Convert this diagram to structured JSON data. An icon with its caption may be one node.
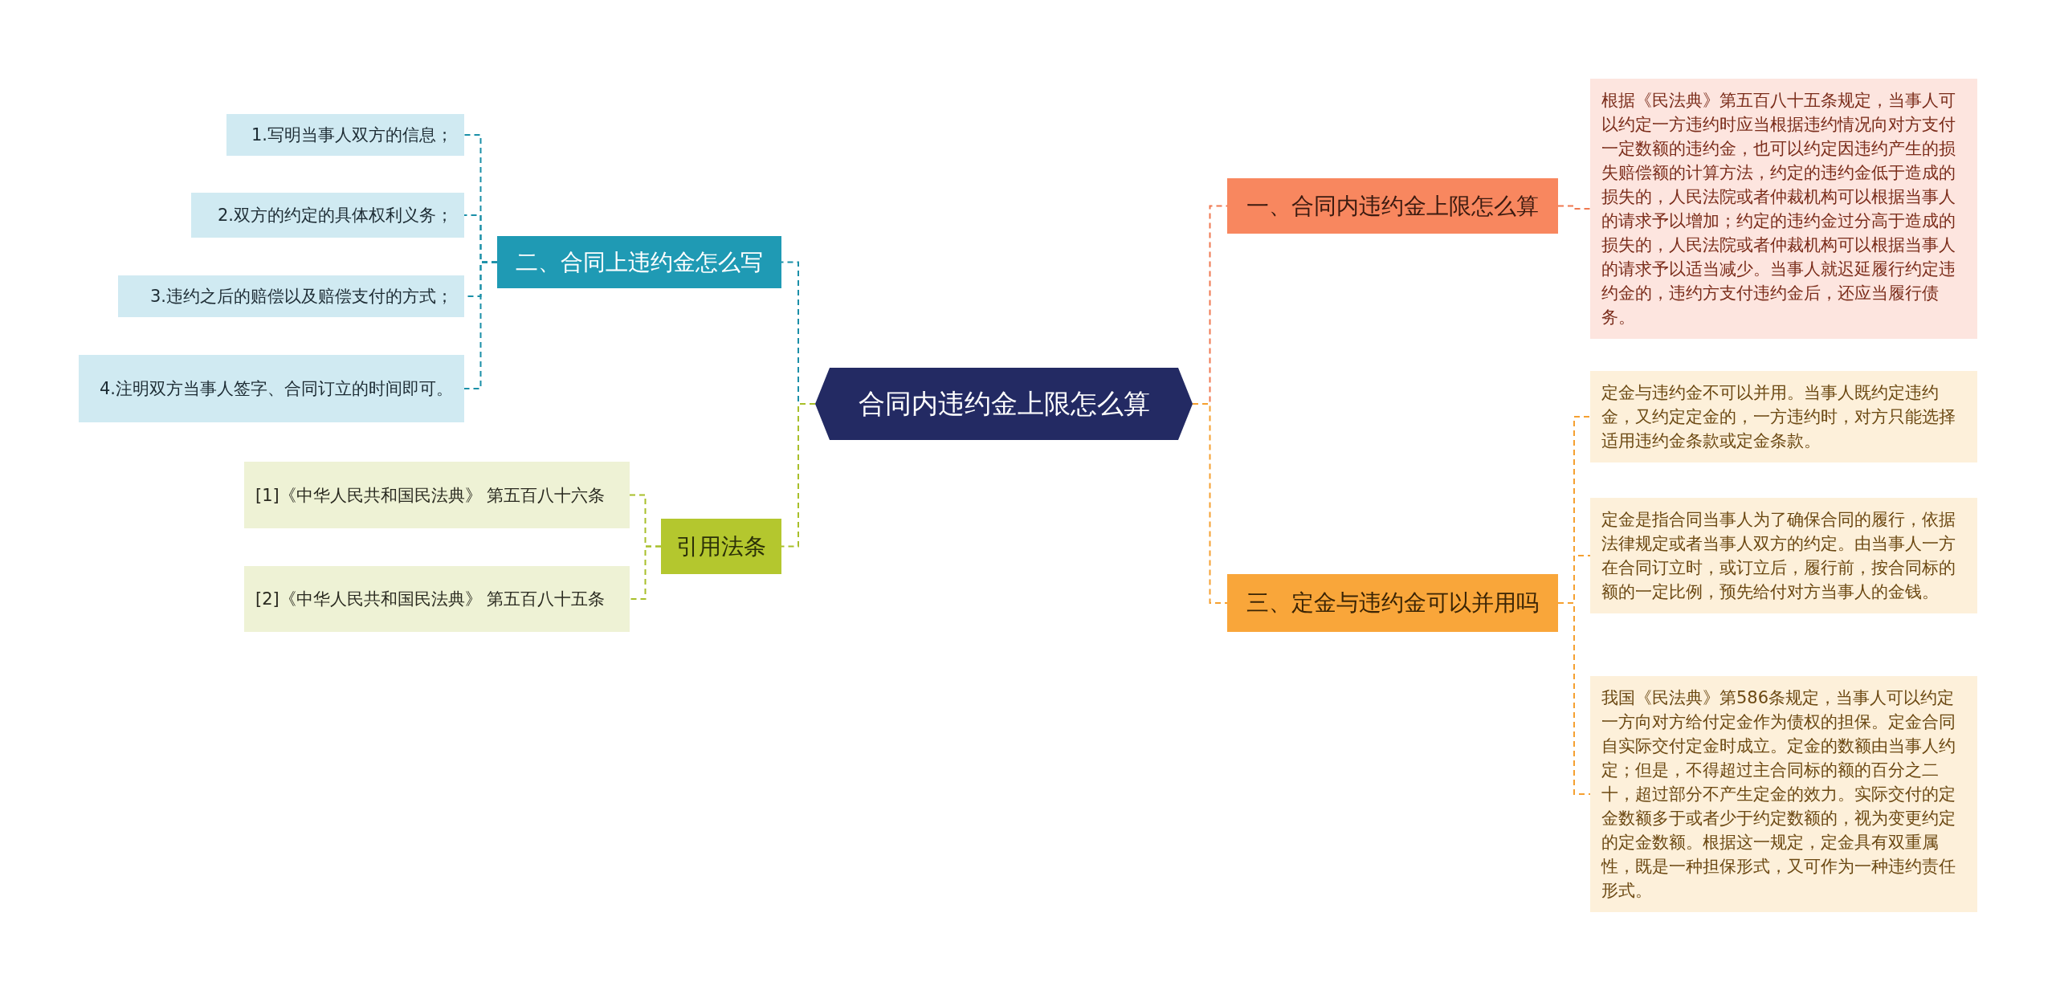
{
  "diagram": {
    "nodes": [
      {
        "text": [
          "合同内违约金上限怎么算"
        ]
      },
      {
        "text": [
          "一、合同内违约金上限怎么算"
        ]
      },
      {
        "text": [
          "根据《民法典》第五百八十五条规定，当事人可以约定一方违约时应当根据违约情况向对方支付一定数额的违约金，也可以约定因违约产生的损失赔偿额的计算方法，约定的违约金低于造成的损失的，人民法院或者仲裁机构可以根据当事人的请求予以增加；约定的违约金过分高于造成的损失的，人民法院或者仲裁机构可以根据当事人的请求予以适当减少。当事人就迟延履行约定违约金的，违约方支付违约金后，还应当履行债务。"
        ]
      },
      {
        "text": [
          "二、合同上违约金怎么写"
        ]
      },
      {
        "text": [
          "1.写明当事人双方的信息；"
        ]
      },
      {
        "text": [
          "2.双方的约定的具体权利义务；"
        ]
      },
      {
        "text": [
          "3.违约之后的赔偿以及赔偿支付的方式；"
        ]
      },
      {
        "text": [
          "4.注明双方当事人签字、合同订立的时间即可。"
        ]
      },
      {
        "text": [
          "引用法条"
        ]
      },
      {
        "text": [
          "[1]《中华人民共和国民法典》 第五百八十六条"
        ]
      },
      {
        "text": [
          "[2]《中华人民共和国民法典》 第五百八十五条"
        ]
      },
      {
        "text": [
          "三、定金与违约金可以并用吗"
        ]
      },
      {
        "text": [
          "定金与违约金不可以并用。当事人既约定违约金，又约定定金的，一方违约时，对方只能选择适用违约金条款或定金条款。"
        ]
      },
      {
        "text": [
          "定金是指合同当事人为了确保合同的履行，依据法律规定或者当事人双方的约定。由当事人一方在合同订立时，或订立后，履行前，按合同标的额的一定比例，预先给付对方当事人的金钱。"
        ]
      },
      {
        "text": [
          "我国《民法典》第586条规定，当事人可以约定一方向对方给付定金作为债权的担保。定金合同自实际交付定金时成立。定金的数额由当事人约定；但是，不得超过主合同标的额的百分之二十，超过部分不产生定金的效力。实际交付的定金数额多于或者少于约定数额的，视为变更约定的定金数额。根据这一规定，定金具有双重属性，既是一种担保形式，又可作为一种违约责任形式。"
        ]
      }
    ],
    "edges": [
      {
        "from": 0,
        "to": 1,
        "arrow": "none",
        "style": "dashed",
        "color": "#f07850"
      },
      {
        "from": 1,
        "to": 2,
        "arrow": "none",
        "style": "dashed",
        "color": "#f07850"
      },
      {
        "from": 0,
        "to": 3,
        "arrow": "none",
        "style": "dashed",
        "color": "#1a8fa8"
      },
      {
        "from": 3,
        "to": 4,
        "arrow": "none",
        "style": "dashed",
        "color": "#1a8fa8"
      },
      {
        "from": 3,
        "to": 5,
        "arrow": "none",
        "style": "dashed",
        "color": "#1a8fa8"
      },
      {
        "from": 3,
        "to": 6,
        "arrow": "none",
        "style": "dashed",
        "color": "#1a8fa8"
      },
      {
        "from": 3,
        "to": 7,
        "arrow": "none",
        "style": "dashed",
        "color": "#1a8fa8"
      },
      {
        "from": 0,
        "to": 8,
        "arrow": "none",
        "style": "dashed",
        "color": "#a8bf2a"
      },
      {
        "from": 8,
        "to": 9,
        "arrow": "none",
        "style": "dashed",
        "color": "#a8bf2a"
      },
      {
        "from": 8,
        "to": 10,
        "arrow": "none",
        "style": "dashed",
        "color": "#a8bf2a"
      },
      {
        "from": 0,
        "to": 11,
        "arrow": "none",
        "style": "dashed",
        "color": "#f5a030"
      },
      {
        "from": 11,
        "to": 12,
        "arrow": "none",
        "style": "dashed",
        "color": "#f5a030"
      },
      {
        "from": 11,
        "to": 13,
        "arrow": "none",
        "style": "dashed",
        "color": "#f5a030"
      },
      {
        "from": 11,
        "to": 14,
        "arrow": "none",
        "style": "dashed",
        "color": "#f5a030"
      }
    ]
  }
}
